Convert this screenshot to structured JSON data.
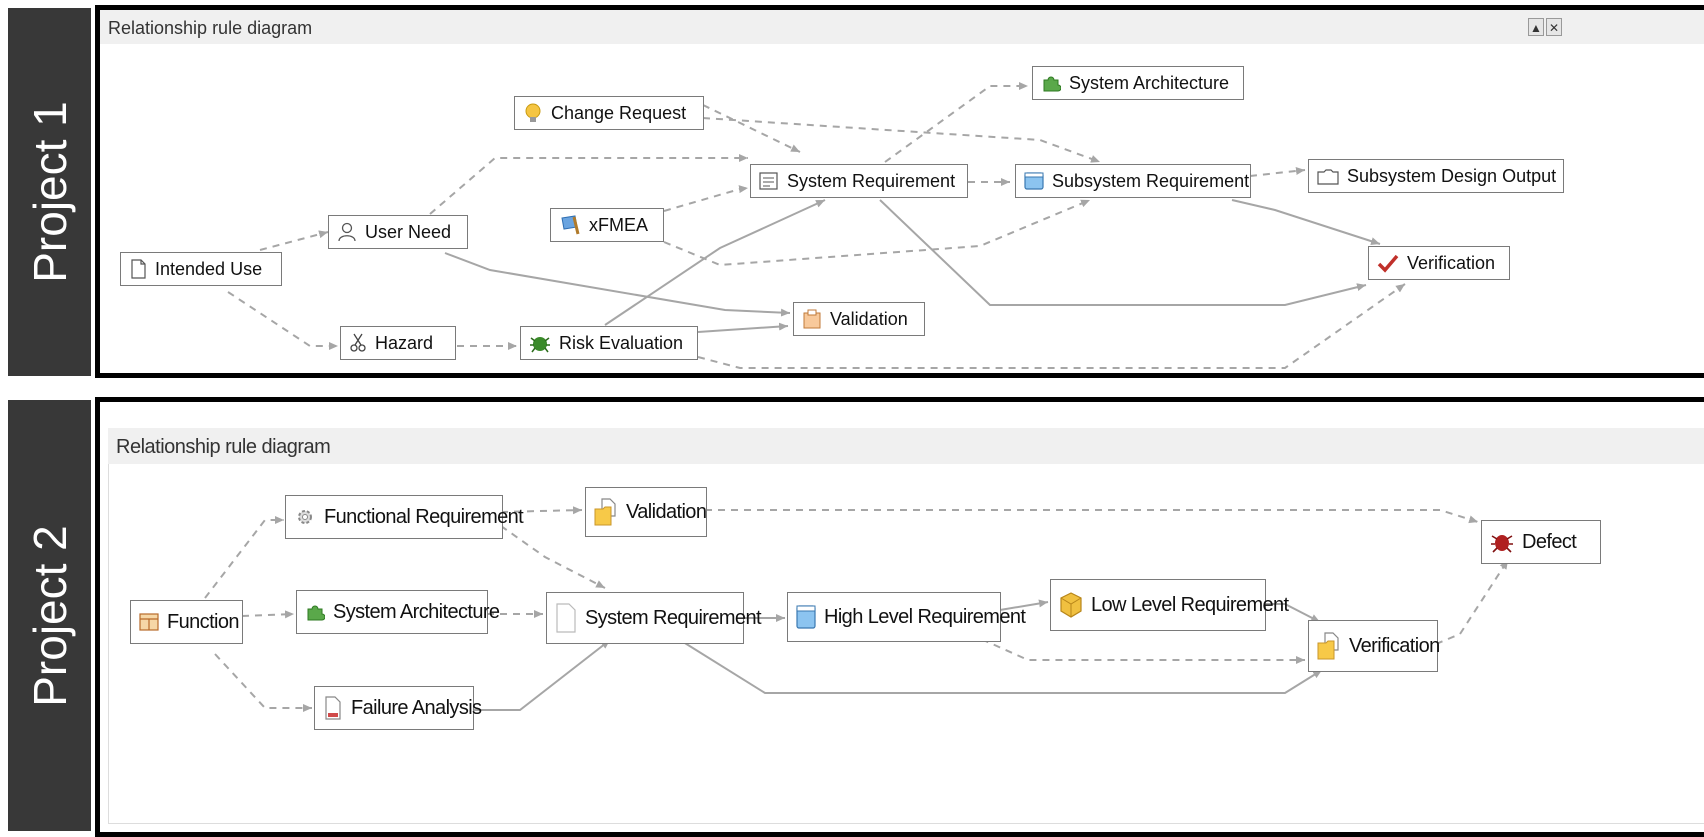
{
  "projects": [
    {
      "side_label": "Project 1",
      "panel_title": "Relationship rule diagram",
      "controls": {
        "maximize": "▲",
        "close": "✕"
      },
      "nodes": {
        "intended_use": "Intended Use",
        "user_need": "User Need",
        "hazard": "Hazard",
        "change_request": "Change Request",
        "xfmea": "xFMEA",
        "risk_evaluation": "Risk Evaluation",
        "system_requirement": "System Requirement",
        "validation": "Validation",
        "system_architecture": "System Architecture",
        "subsystem_requirement": "Subsystem Requirement",
        "subsystem_design_output": "Subsystem Design Output",
        "verification": "Verification"
      }
    },
    {
      "side_label": "Project 2",
      "panel_title": "Relationship rule diagram",
      "nodes": {
        "function": "Function",
        "functional_requirement": "Functional Requirement",
        "system_architecture": "System Architecture",
        "failure_analysis": "Failure Analysis",
        "validation": "Validation",
        "system_requirement": "System Requirement",
        "high_level_requirement": "High Level Requirement",
        "low_level_requirement": "Low Level Requirement",
        "verification": "Verification",
        "defect": "Defect"
      }
    }
  ],
  "colors": {
    "edge": "#a6a6a6",
    "frame": "#000000",
    "side_bg": "#383838",
    "title_bg": "#f0f0f0"
  }
}
